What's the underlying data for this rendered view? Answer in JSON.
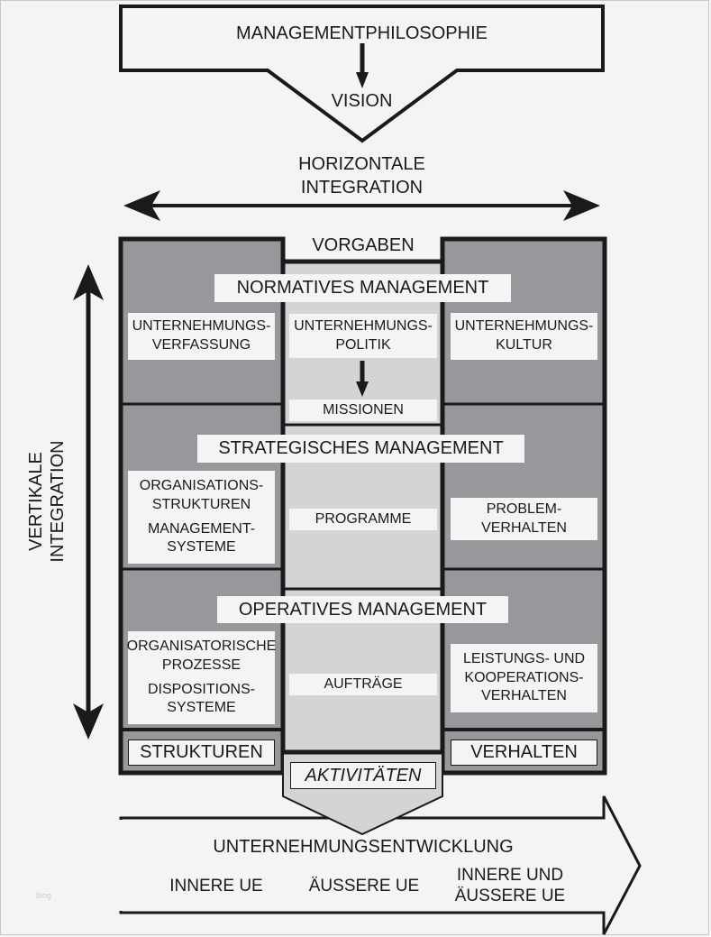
{
  "top": {
    "philosophy": "MANAGEMENTPHILOSOPHIE",
    "vision": "VISION"
  },
  "horizontal": {
    "line1": "HORIZONTALE",
    "line2": "INTEGRATION"
  },
  "vertical": {
    "line1": "VERTIKALE",
    "line2": "INTEGRATION"
  },
  "matrix": {
    "vorgaben": "VORGABEN",
    "normative": {
      "title": "NORMATIVES MANAGEMENT",
      "left": [
        "UNTERNEHMUNGS-",
        "VERFASSUNG"
      ],
      "center": [
        "UNTERNEHMUNGS-",
        "POLITIK"
      ],
      "center_bottom": "MISSIONEN",
      "right": [
        "UNTERNEHMUNGS-",
        "KULTUR"
      ]
    },
    "strategic": {
      "title": "STRATEGISCHES MANAGEMENT",
      "left": [
        "ORGANISATIONS-",
        "STRUKTUREN",
        "MANAGEMENT-",
        "SYSTEME"
      ],
      "center": "PROGRAMME",
      "right": [
        "PROBLEM-",
        "VERHALTEN"
      ]
    },
    "operative": {
      "title": "OPERATIVES MANAGEMENT",
      "left": [
        "ORGANISATORISCHE",
        "PROZESSE",
        "DISPOSITIONS-",
        "SYSTEME"
      ],
      "center": "AUFTRÄGE",
      "right": [
        "LEISTUNGS- UND",
        "KOOPERATIONS-",
        "VERHALTEN"
      ]
    },
    "footer": {
      "left": "STRUKTUREN",
      "center": "AKTIVITÄTEN",
      "right": "VERHALTEN"
    }
  },
  "development": {
    "title": "UNTERNEHMUNGSENTWICKLUNG",
    "items": [
      "INNERE UE",
      "ÄUSSERE UE",
      "INNERE UND",
      "ÄUSSERE UE"
    ]
  },
  "watermark": "blog",
  "colors": {
    "background": "#f4f4f4",
    "dark_gray": "#97989b",
    "light_gray": "#d3d4d6",
    "line": "#1a1a1a"
  }
}
